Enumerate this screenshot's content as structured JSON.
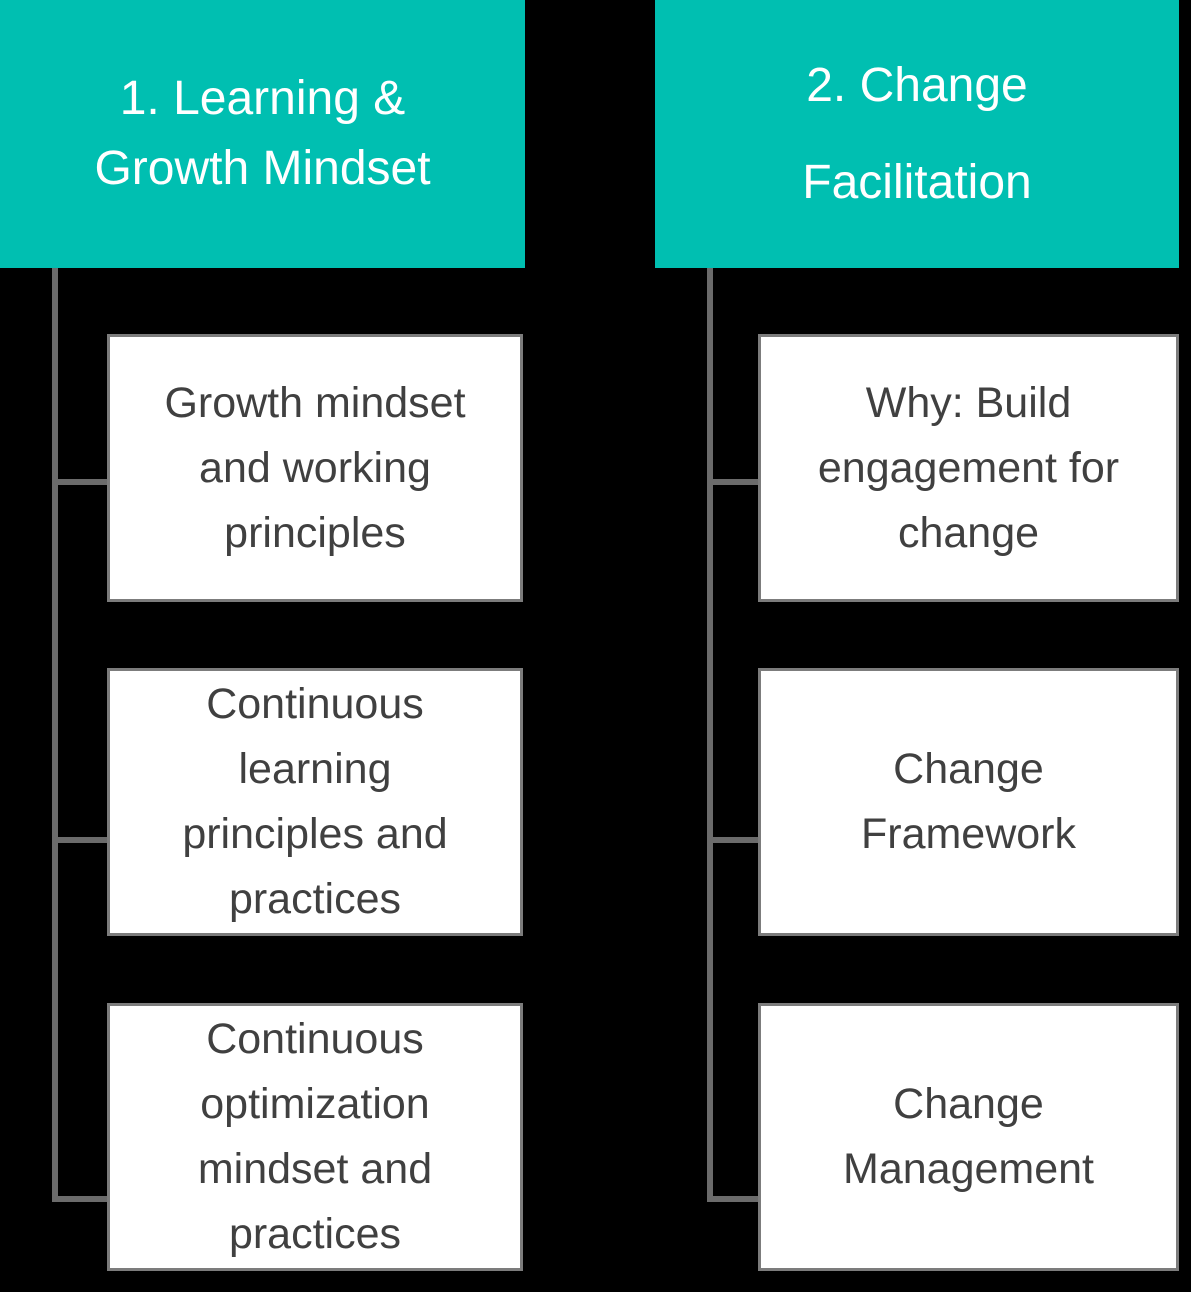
{
  "diagram": {
    "type": "hierarchy-org-chart",
    "background_color": "#000000",
    "colors": {
      "header_fill": "#00BFB1",
      "header_text": "#FFFFFF",
      "node_fill": "#FFFFFF",
      "node_border": "#7C7C7C",
      "node_text": "#404040",
      "connector": "#6B6B6B"
    },
    "columns": [
      {
        "header": {
          "label": "1. Learning &\nGrowth Mindset"
        },
        "items": [
          {
            "label": "Growth mindset\nand working\nprinciples"
          },
          {
            "label": "Continuous\nlearning\nprinciples and\npractices"
          },
          {
            "label": "Continuous\noptimization\nmindset and\npractices"
          }
        ]
      },
      {
        "header": {
          "label": "2. Change\nFacilitation"
        },
        "items": [
          {
            "label": "Why: Build\nengagement for\nchange"
          },
          {
            "label": "Change\nFramework"
          },
          {
            "label": "Change\nManagement"
          }
        ]
      }
    ]
  }
}
